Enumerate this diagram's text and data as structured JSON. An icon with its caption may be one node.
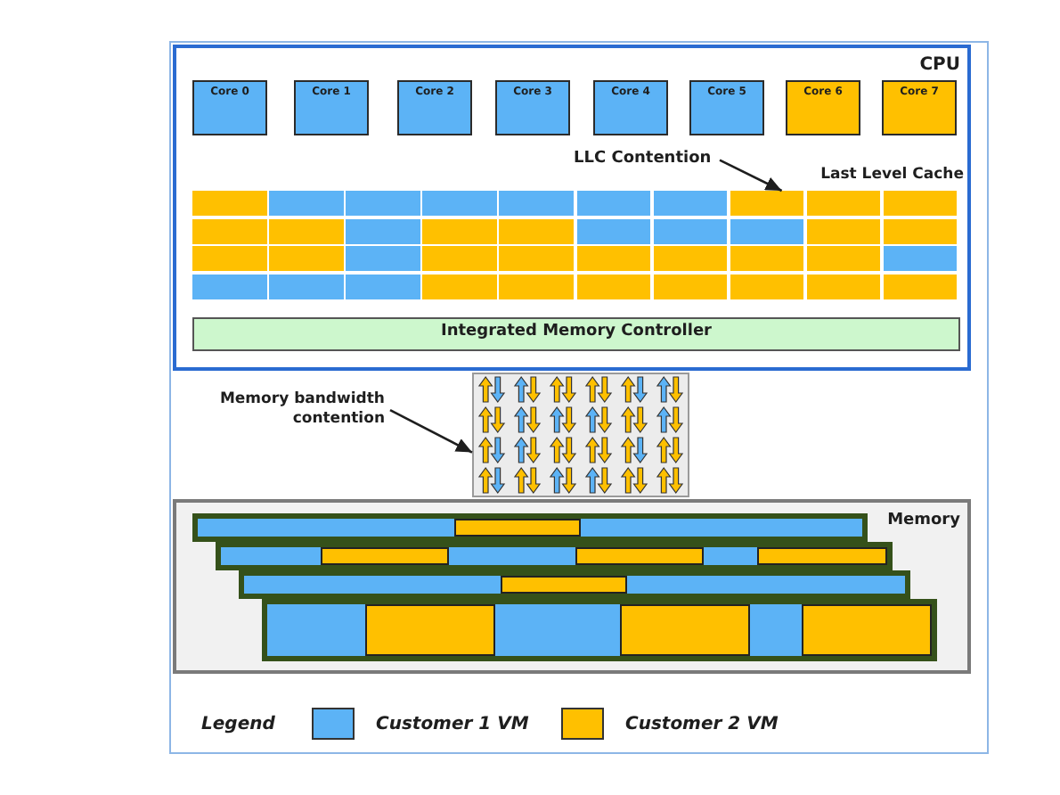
{
  "diagram": {
    "nodes": [
      {
        "text": [
          "CPU"
        ]
      },
      {
        "text": [
          "Core 0"
        ],
        "in": 0
      },
      {
        "text": [
          "Core 1"
        ],
        "in": 0
      },
      {
        "text": [
          "Core 2"
        ],
        "in": 0
      },
      {
        "text": [
          "Core 3"
        ],
        "in": 0
      },
      {
        "text": [
          "Core 4"
        ],
        "in": 0
      },
      {
        "text": [
          "Core 5"
        ],
        "in": 0
      },
      {
        "text": [
          "Core 6"
        ],
        "in": 0
      },
      {
        "text": [
          "Core 7"
        ],
        "in": 0
      },
      {
        "text": [
          "LLC Contention"
        ],
        "in": 0
      },
      {
        "text": [
          "Last Level Cache"
        ],
        "in": 0
      },
      {
        "text": [],
        "shape": "box",
        "in": 10
      },
      {
        "text": [],
        "shape": "box",
        "in": 10
      },
      {
        "text": [],
        "shape": "box",
        "in": 10
      },
      {
        "text": [],
        "shape": "box",
        "in": 10
      },
      {
        "text": [],
        "shape": "box",
        "in": 10
      },
      {
        "text": [],
        "shape": "box",
        "in": 10
      },
      {
        "text": [],
        "shape": "box",
        "in": 10
      },
      {
        "text": [],
        "shape": "box",
        "in": 10
      },
      {
        "text": [],
        "shape": "box",
        "in": 10
      },
      {
        "text": [],
        "shape": "box",
        "in": 10
      },
      {
        "text": [],
        "shape": "box",
        "in": 10
      },
      {
        "text": [],
        "shape": "box",
        "in": 10
      },
      {
        "text": [],
        "shape": "box",
        "in": 10
      },
      {
        "text": [],
        "shape": "box",
        "in": 10
      },
      {
        "text": [],
        "shape": "box",
        "in": 10
      },
      {
        "text": [],
        "shape": "box",
        "in": 10
      },
      {
        "text": [],
        "shape": "box",
        "in": 10
      },
      {
        "text": [],
        "shape": "box",
        "in": 10
      },
      {
        "text": [],
        "shape": "box",
        "in": 10
      },
      {
        "text": [],
        "shape": "box",
        "in": 10
      },
      {
        "text": [],
        "shape": "box",
        "in": 10
      },
      {
        "text": [],
        "shape": "box",
        "in": 10
      },
      {
        "text": [],
        "shape": "box",
        "in": 10
      },
      {
        "text": [],
        "shape": "box",
        "in": 10
      },
      {
        "text": [],
        "shape": "box",
        "in": 10
      },
      {
        "text": [],
        "shape": "box",
        "in": 10
      },
      {
        "text": [],
        "shape": "box",
        "in": 10
      },
      {
        "text": [],
        "shape": "box",
        "in": 10
      },
      {
        "text": [],
        "shape": "box",
        "in": 10
      },
      {
        "text": [],
        "shape": "box",
        "in": 10
      },
      {
        "text": [],
        "shape": "box",
        "in": 10
      },
      {
        "text": [],
        "shape": "box",
        "in": 10
      },
      {
        "text": [],
        "shape": "box",
        "in": 10
      },
      {
        "text": [],
        "shape": "box",
        "in": 10
      },
      {
        "text": [],
        "shape": "box",
        "in": 10
      },
      {
        "text": [],
        "shape": "box",
        "in": 10
      },
      {
        "text": [],
        "shape": "box",
        "in": 10
      },
      {
        "text": [],
        "shape": "box",
        "in": 10
      },
      {
        "text": [],
        "shape": "box",
        "in": 10
      },
      {
        "text": [],
        "shape": "box",
        "in": 10
      },
      {
        "text": [
          "Integrated Memory Controller"
        ],
        "in": 0
      },
      {
        "text": [
          "Memory bandwidth contention"
        ]
      },
      {
        "text": [],
        "shape": "box"
      },
      {
        "text": [
          "Memory"
        ]
      },
      {
        "text": [],
        "shape": "box",
        "in": 54
      },
      {
        "text": [],
        "shape": "box",
        "in": 54
      },
      {
        "text": [],
        "shape": "box",
        "in": 54
      },
      {
        "text": [],
        "shape": "box",
        "in": 54
      }
    ],
    "edges": [
      {
        "from": 9,
        "to": 18,
        "arrow": "to"
      },
      {
        "from": 52,
        "to": 53,
        "arrow": "to"
      }
    ],
    "labels": [
      "Legend"
    ],
    "legend": [
      {
        "text": "Customer 1 VM",
        "color": "#5cb3f6"
      },
      {
        "text": "Customer 2 VM",
        "color": "#ffc000"
      }
    ]
  }
}
